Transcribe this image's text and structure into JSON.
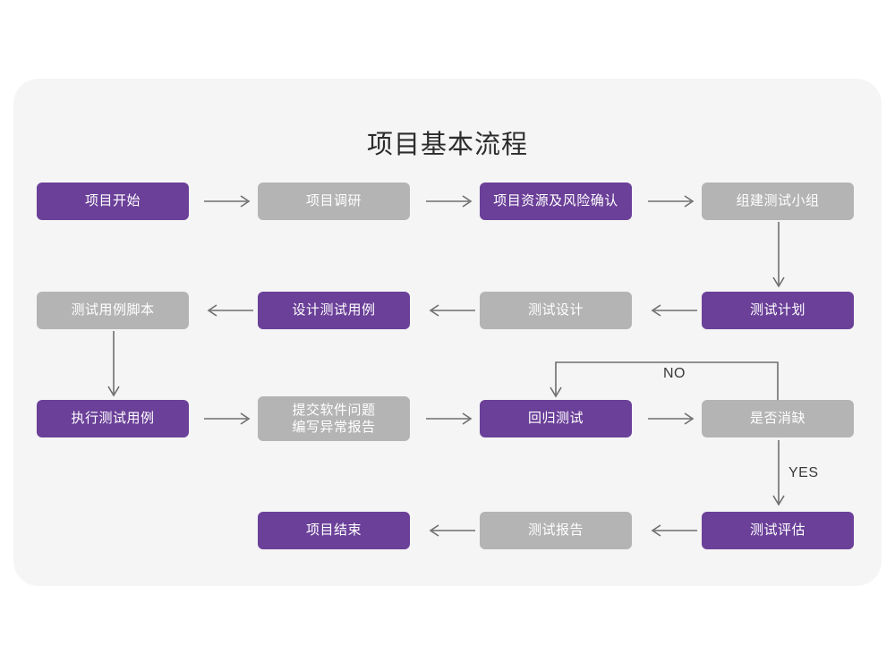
{
  "chart_data": {
    "type": "diagram",
    "title": "项目基本流程",
    "diagram_kind": "flowchart",
    "colors": {
      "panel_background": "#f5f5f5",
      "page_background": "#ffffff",
      "node_active": "#6b4099",
      "node_inactive": "#b4b4b4",
      "node_text": "#ffffff",
      "connector": "#6e6e6e",
      "title_text": "#2c2c2c",
      "edge_label_text": "#3a3a3a"
    },
    "nodes": [
      {
        "id": "n1",
        "label": "项目开始",
        "style": "purple",
        "row": 1,
        "col": 1
      },
      {
        "id": "n2",
        "label": "项目调研",
        "style": "gray",
        "row": 1,
        "col": 2
      },
      {
        "id": "n3",
        "label": "项目资源及风险确认",
        "style": "purple",
        "row": 1,
        "col": 3
      },
      {
        "id": "n4",
        "label": "组建测试小组",
        "style": "gray",
        "row": 1,
        "col": 4
      },
      {
        "id": "n5",
        "label": "测试用例脚本",
        "style": "gray",
        "row": 2,
        "col": 1
      },
      {
        "id": "n6",
        "label": "设计测试用例",
        "style": "purple",
        "row": 2,
        "col": 2
      },
      {
        "id": "n7",
        "label": "测试设计",
        "style": "gray",
        "row": 2,
        "col": 3
      },
      {
        "id": "n8",
        "label": "测试计划",
        "style": "purple",
        "row": 2,
        "col": 4
      },
      {
        "id": "n9",
        "label": "执行测试用例",
        "style": "purple",
        "row": 3,
        "col": 1
      },
      {
        "id": "n10",
        "label": "提交软件问题\n编写异常报告",
        "label_line1": "提交软件问题",
        "label_line2": "编写异常报告",
        "style": "gray",
        "row": 3,
        "col": 2
      },
      {
        "id": "n11",
        "label": "回归测试",
        "style": "purple",
        "row": 3,
        "col": 3
      },
      {
        "id": "n12",
        "label": "是否消缺",
        "style": "gray",
        "row": 3,
        "col": 4
      },
      {
        "id": "n13",
        "label": "项目结束",
        "style": "purple",
        "row": 4,
        "col": 2
      },
      {
        "id": "n14",
        "label": "测试报告",
        "style": "gray",
        "row": 4,
        "col": 3
      },
      {
        "id": "n15",
        "label": "测试评估",
        "style": "purple",
        "row": 4,
        "col": 4
      }
    ],
    "edges": [
      {
        "from": "n1",
        "to": "n2",
        "direction": "right",
        "label": ""
      },
      {
        "from": "n2",
        "to": "n3",
        "direction": "right",
        "label": ""
      },
      {
        "from": "n3",
        "to": "n4",
        "direction": "right",
        "label": ""
      },
      {
        "from": "n4",
        "to": "n8",
        "direction": "down",
        "label": ""
      },
      {
        "from": "n8",
        "to": "n7",
        "direction": "left",
        "label": ""
      },
      {
        "from": "n7",
        "to": "n6",
        "direction": "left",
        "label": ""
      },
      {
        "from": "n6",
        "to": "n5",
        "direction": "left",
        "label": ""
      },
      {
        "from": "n5",
        "to": "n9",
        "direction": "down",
        "label": ""
      },
      {
        "from": "n9",
        "to": "n10",
        "direction": "right",
        "label": ""
      },
      {
        "from": "n10",
        "to": "n11",
        "direction": "right",
        "label": ""
      },
      {
        "from": "n11",
        "to": "n12",
        "direction": "right",
        "label": ""
      },
      {
        "from": "n12",
        "to": "n11",
        "direction": "loop-up-left",
        "label": "NO"
      },
      {
        "from": "n12",
        "to": "n15",
        "direction": "down",
        "label": "YES"
      },
      {
        "from": "n15",
        "to": "n14",
        "direction": "left",
        "label": ""
      },
      {
        "from": "n14",
        "to": "n13",
        "direction": "left",
        "label": ""
      }
    ],
    "edge_labels": [
      {
        "id": "lbl-no",
        "text": "NO"
      },
      {
        "id": "lbl-yes",
        "text": "YES"
      }
    ]
  }
}
